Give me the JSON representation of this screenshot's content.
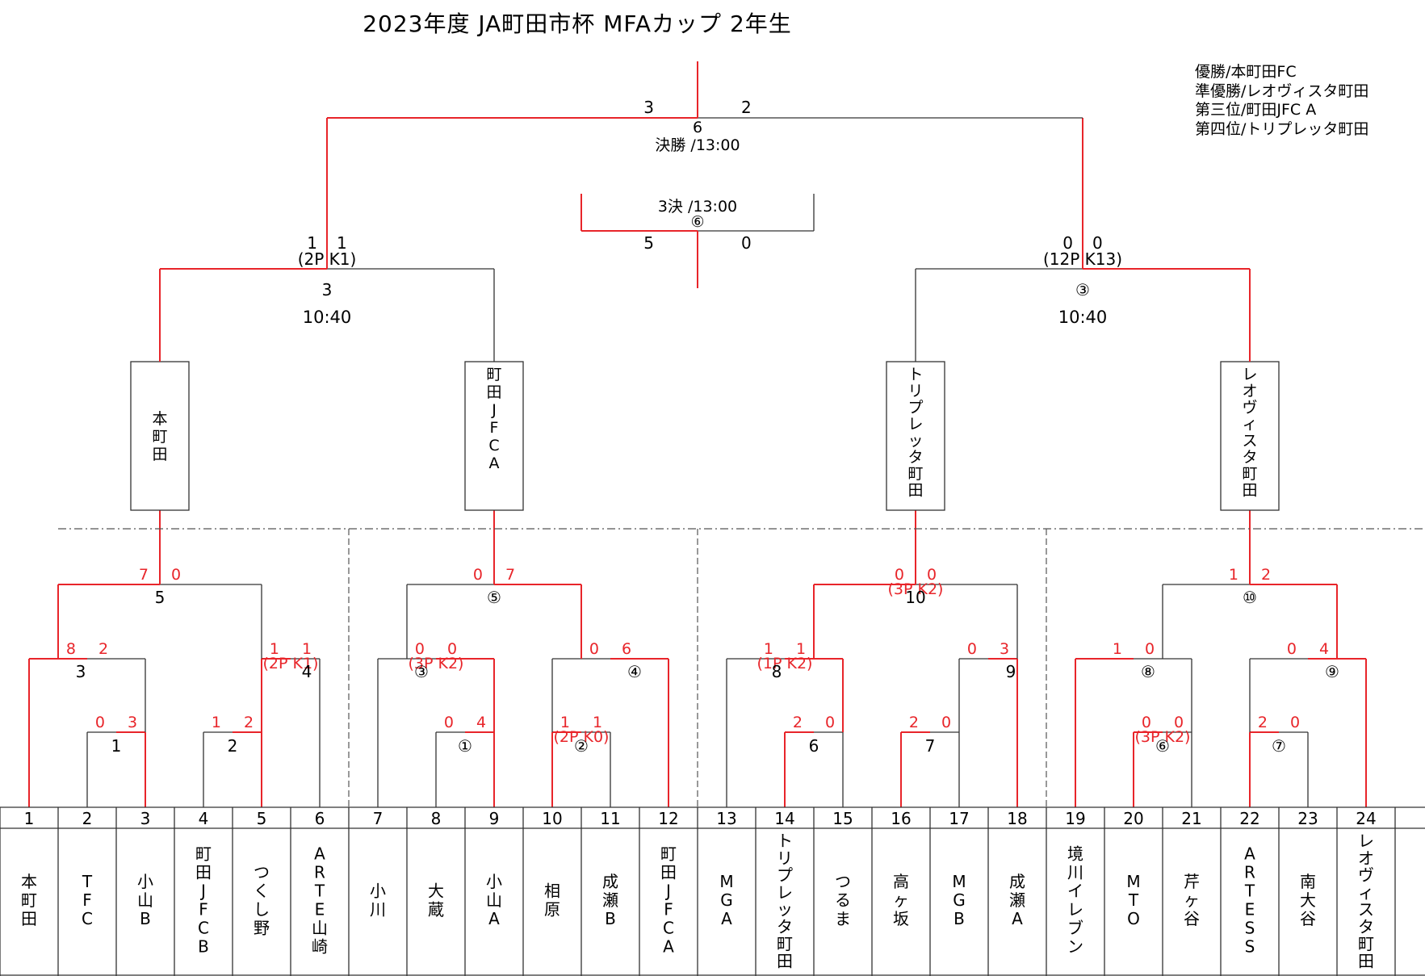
{
  "title": "2023年度 JA町田市杯 MFAカップ 2年生",
  "results": [
    "優勝/本町田FC",
    "準優勝/レオヴィスタ町田",
    "第三位/町田JFC A",
    "第四位/トリプレッタ町田"
  ],
  "teams": [
    {
      "no": "1",
      "name": "本町田"
    },
    {
      "no": "2",
      "name": "TFC"
    },
    {
      "no": "3",
      "name": "小山B"
    },
    {
      "no": "4",
      "name": "町田JFCB"
    },
    {
      "no": "5",
      "name": "つくし野"
    },
    {
      "no": "6",
      "name": "ARTE山崎"
    },
    {
      "no": "7",
      "name": "小川"
    },
    {
      "no": "8",
      "name": "大蔵"
    },
    {
      "no": "9",
      "name": "小山A"
    },
    {
      "no": "10",
      "name": "相原"
    },
    {
      "no": "11",
      "name": "成瀬B"
    },
    {
      "no": "12",
      "name": "町田JFCA"
    },
    {
      "no": "13",
      "name": "MGA"
    },
    {
      "no": "14",
      "name": "トリプレッタ町田"
    },
    {
      "no": "15",
      "name": "つるま"
    },
    {
      "no": "16",
      "name": "高ヶ坂"
    },
    {
      "no": "17",
      "name": "MGB"
    },
    {
      "no": "18",
      "name": "成瀬A"
    },
    {
      "no": "19",
      "name": "境川イレブン"
    },
    {
      "no": "20",
      "name": "MTO"
    },
    {
      "no": "21",
      "name": "芹ヶ谷"
    },
    {
      "no": "22",
      "name": "ARTESS"
    },
    {
      "no": "23",
      "name": "南大谷"
    },
    {
      "no": "24",
      "name": "レオヴィスタ町田"
    }
  ],
  "group_winners": [
    "本町田",
    "町田JFC A",
    "トリプレッタ町田",
    "レオヴィスタ町田"
  ],
  "matches": {
    "m1": {
      "label": "1",
      "sl": "0",
      "sr": "3"
    },
    "m2": {
      "label": "2",
      "sl": "1",
      "sr": "2"
    },
    "m3": {
      "label": "3",
      "sl": "8",
      "sr": "2"
    },
    "m4": {
      "label": "4",
      "sl": "1",
      "sr": "1",
      "pk": "(2P K1)"
    },
    "m5": {
      "label": "5",
      "sl": "7",
      "sr": "0"
    },
    "c1": {
      "label": "①",
      "sl": "0",
      "sr": "4"
    },
    "c2": {
      "label": "②",
      "sl": "1",
      "sr": "1",
      "pk": "(2P K0)"
    },
    "c3": {
      "label": "③",
      "sl": "0",
      "sr": "0",
      "pk": "(3P K2)"
    },
    "c4": {
      "label": "④",
      "sl": "0",
      "sr": "6"
    },
    "c5": {
      "label": "⑤",
      "sl": "0",
      "sr": "7"
    },
    "m6": {
      "label": "6",
      "sl": "2",
      "sr": "0"
    },
    "m7": {
      "label": "7",
      "sl": "2",
      "sr": "0"
    },
    "m8": {
      "label": "8",
      "sl": "1",
      "sr": "1",
      "pk": "(1P K2)"
    },
    "m9": {
      "label": "9",
      "sl": "0",
      "sr": "3"
    },
    "m10": {
      "label": "10",
      "sl": "0",
      "sr": "0",
      "pk": "(3P K2)"
    },
    "c6": {
      "label": "⑥",
      "sl": "0",
      "sr": "0",
      "pk": "(3P K2)"
    },
    "c7": {
      "label": "⑦",
      "sl": "2",
      "sr": "0"
    },
    "c8": {
      "label": "⑧",
      "sl": "1",
      "sr": "0"
    },
    "c9": {
      "label": "⑨",
      "sl": "0",
      "sr": "4"
    },
    "c10": {
      "label": "⑩",
      "sl": "1",
      "sr": "2"
    },
    "sf1": {
      "label": "3",
      "time": "10:40",
      "sl": "1",
      "sr": "1",
      "pk": "(2P K1)"
    },
    "sf2": {
      "label": "③",
      "time": "10:40",
      "sl": "0",
      "sr": "0",
      "pk": "(12P K13)"
    },
    "final": {
      "label": "6",
      "round": "決勝 /13:00",
      "sl": "3",
      "sr": "2"
    },
    "third": {
      "label": "⑥",
      "round": "3決 /13:00",
      "sl": "5",
      "sr": "0"
    }
  },
  "colors": {
    "win": "#e8252a",
    "line": "#333333",
    "text": "#000000"
  }
}
